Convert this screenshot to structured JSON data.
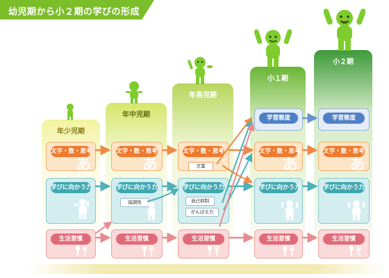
{
  "title": "幼児期から小２期の学びの形成",
  "columns": [
    {
      "id": "c1",
      "label": "年少児期"
    },
    {
      "id": "c2",
      "label": "年中児期"
    },
    {
      "id": "c3",
      "label": "年長児期"
    },
    {
      "id": "c4",
      "label": "小１期"
    },
    {
      "id": "c5",
      "label": "小２期"
    }
  ],
  "rows": {
    "attitude": "学習態度",
    "literacy": "文字・数・思考",
    "motivation": "学びに向かう力",
    "habits": "生活習慣"
  },
  "tags": {
    "language": "言葉",
    "cooperation": "協調性",
    "self_control": "自己抑制",
    "perseverance": "がんばる力"
  },
  "decorations": {
    "letter": "あ",
    "cutlery_icon": "spoon-fork-icon",
    "child_icon": "child-silhouette-icon"
  },
  "colors": {
    "title_green": "#7cbd2a",
    "orange": "#ee7a2e",
    "teal": "#3ea7b0",
    "pink": "#e06b78",
    "blue": "#4f7fc6",
    "mascot_green": "#7fcc2e"
  }
}
